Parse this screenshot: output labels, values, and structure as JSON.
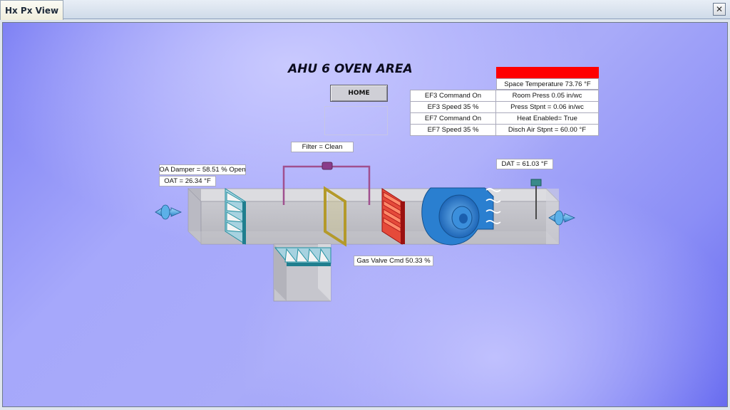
{
  "window": {
    "tab_label": "Hx Px View",
    "close_glyph": "✕"
  },
  "page": {
    "title": "AHU 6 OVEN AREA",
    "home_label": "HOME"
  },
  "status": {
    "space_temperature": "Space Temperature 73.76 °F",
    "alarm_color": "#ff0000",
    "rows": [
      {
        "left": "EF3 Command On",
        "right": "Room Press 0.05 in/wc"
      },
      {
        "left": "EF3 Speed 35 %",
        "right": "Press Stpnt = 0.06 in/wc"
      },
      {
        "left": "EF7 Command On",
        "right": "Heat Enabled= True"
      },
      {
        "left": "EF7 Speed 35 %",
        "right": "Disch Air Stpnt = 60.00 °F"
      }
    ]
  },
  "points": {
    "filter": "Filter = Clean",
    "oa_damper": "OA Damper = 58.51 % Open",
    "oat": "OAT = 26.34 °F",
    "dat": "DAT = 61.03 °F",
    "gas_valve": "Gas Valve Cmd 50.33 %"
  },
  "icons": {
    "inlet_arrow": "airflow-arrow-icon",
    "outlet_arrow": "airflow-arrow-icon",
    "fan": "supply-fan-icon",
    "damper": "damper-icon",
    "filter": "filter-icon",
    "heating_coil": "heating-coil-icon",
    "sensor": "temperature-sensor-icon"
  },
  "colors": {
    "duct": "#c4c4cc",
    "fan": "#2a7fd0",
    "damper": "#1f8e9e",
    "filter": "#b49a2a",
    "coil": "#cc2020",
    "pipe": "#a0508f"
  }
}
